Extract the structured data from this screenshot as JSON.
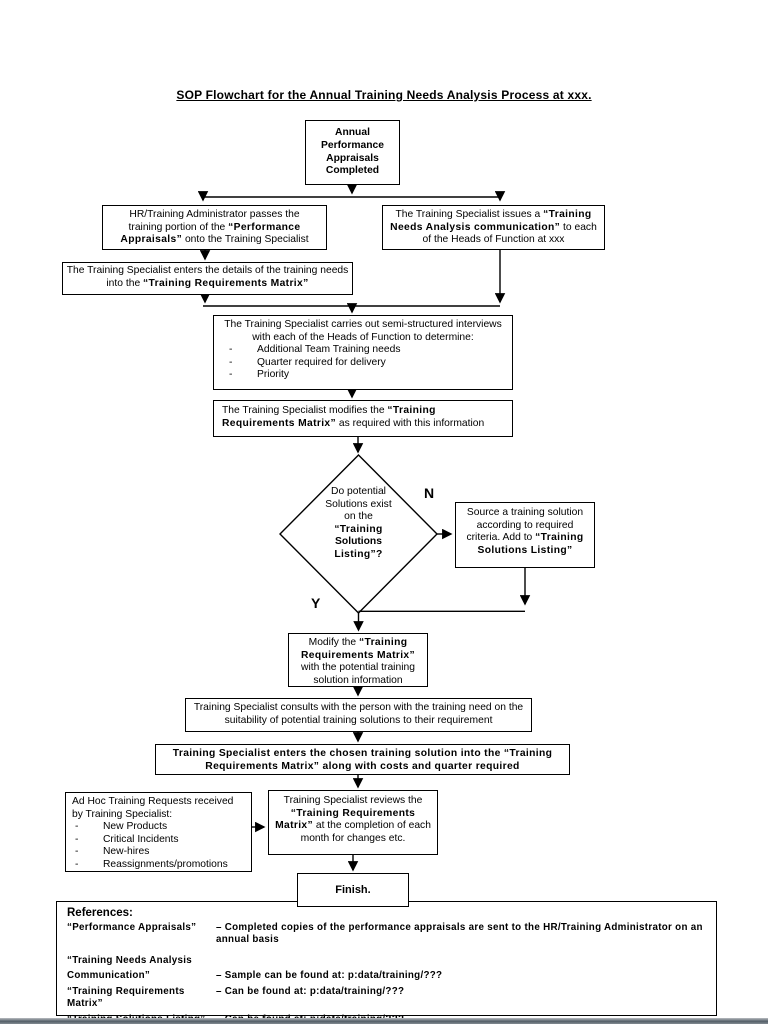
{
  "title": "SOP Flowchart for the Annual Training Needs Analysis Process at xxx.",
  "labels": {
    "no": "N",
    "yes": "Y"
  },
  "nodes": {
    "start": {
      "lines": [
        [
          {
            "t": "Annual Performance Appraisals Completed",
            "s": "b"
          }
        ]
      ]
    },
    "box2": {
      "lines": [
        [
          {
            "t": "HR/Training Administrator passes the training portion of the ",
            "s": "n"
          },
          {
            "t": "“Performance Appraisals”",
            "s": "alt"
          },
          {
            "t": " onto the Training Specialist",
            "s": "n"
          }
        ]
      ]
    },
    "box3": {
      "lines": [
        [
          {
            "t": "The Training Specialist issues a ",
            "s": "n"
          },
          {
            "t": "“Training Needs Analysis communication”",
            "s": "alt"
          },
          {
            "t": " to each of the Heads of Function at xxx",
            "s": "n"
          }
        ]
      ]
    },
    "box4": {
      "lines": [
        [
          {
            "t": "The Training Specialist enters the details of the training needs into the ",
            "s": "n"
          },
          {
            "t": "“Training Requirements Matrix”",
            "s": "alt"
          }
        ]
      ]
    },
    "box5": {
      "lines": [
        [
          {
            "t": "The Training Specialist carries out semi-structured interviews with each of the Heads of Function to determine:",
            "s": "n"
          }
        ]
      ],
      "items": [
        "Additional Team Training needs",
        "Quarter required for delivery",
        "Priority"
      ]
    },
    "box6": {
      "lines": [
        [
          {
            "t": "The Training Specialist modifies the ",
            "s": "n"
          },
          {
            "t": "“Training Requirements Matrix”",
            "s": "alt"
          },
          {
            "t": " as required with this information",
            "s": "n"
          }
        ]
      ]
    },
    "decision": {
      "lines": [
        [
          {
            "t": "Do potential",
            "s": "n"
          }
        ],
        [
          {
            "t": "Solutions exist",
            "s": "n"
          }
        ],
        [
          {
            "t": "on the",
            "s": "n"
          }
        ],
        [
          {
            "t": "“Training",
            "s": "alt"
          }
        ],
        [
          {
            "t": "Solutions",
            "s": "b"
          }
        ],
        [
          {
            "t": "Listing”?",
            "s": "alt"
          }
        ]
      ]
    },
    "source": {
      "lines": [
        [
          {
            "t": "Source a training solution according to required criteria. Add to ",
            "s": "n"
          },
          {
            "t": "“Training Solutions Listing”",
            "s": "alt"
          }
        ]
      ]
    },
    "box7": {
      "lines": [
        [
          {
            "t": "Modify the ",
            "s": "n"
          },
          {
            "t": "“Training Requirements Matrix”",
            "s": "alt"
          },
          {
            "t": " with the potential training solution information",
            "s": "n"
          }
        ]
      ]
    },
    "box8": {
      "lines": [
        [
          {
            "t": "Training Specialist consults with the person with the training need on the suitability of potential training solutions to their requirement",
            "s": "n"
          }
        ]
      ]
    },
    "box9": {
      "lines": [
        [
          {
            "t": "Training Specialist enters the chosen training solution into the “Training Requirements Matrix” along with costs and quarter required",
            "s": "alt"
          }
        ]
      ]
    },
    "adhoc": {
      "lines": [
        [
          {
            "t": "Ad Hoc Training Requests received by Training Specialist:",
            "s": "n"
          }
        ]
      ],
      "items": [
        "New Products",
        "Critical Incidents",
        "New-hires",
        "Reassignments/promotions"
      ]
    },
    "box10": {
      "lines": [
        [
          {
            "t": "Training Specialist reviews the ",
            "s": "n"
          },
          {
            "t": "“Training Requirements Matrix”",
            "s": "alt"
          },
          {
            "t": " at the completion of each month for changes etc.",
            "s": "n"
          }
        ]
      ]
    },
    "finish": {
      "label": "Finish."
    }
  },
  "references": {
    "heading": "References:",
    "rows": [
      {
        "term": "“Performance Appraisals”",
        "desc": "– Completed copies of the performance appraisals are sent to the HR/Training Administrator on an annual basis",
        "gap": false
      },
      {
        "term": "“Training Needs Analysis",
        "desc": "",
        "gap": true
      },
      {
        "term": "Communication”",
        "desc": "– Sample can be found at: p:data/training/???",
        "gap": false
      },
      {
        "term": "“Training Requirements Matrix”",
        "desc": "– Can be found at: p:data/training/???",
        "gap": false
      },
      {
        "term": "“Training Solutions Listing”",
        "desc": "– Can be found at: p:data/training/???",
        "gap": false
      }
    ]
  },
  "colors": {
    "line": "#000000",
    "page_bg": "#ffffff",
    "bottom_bar": "#545f68"
  }
}
